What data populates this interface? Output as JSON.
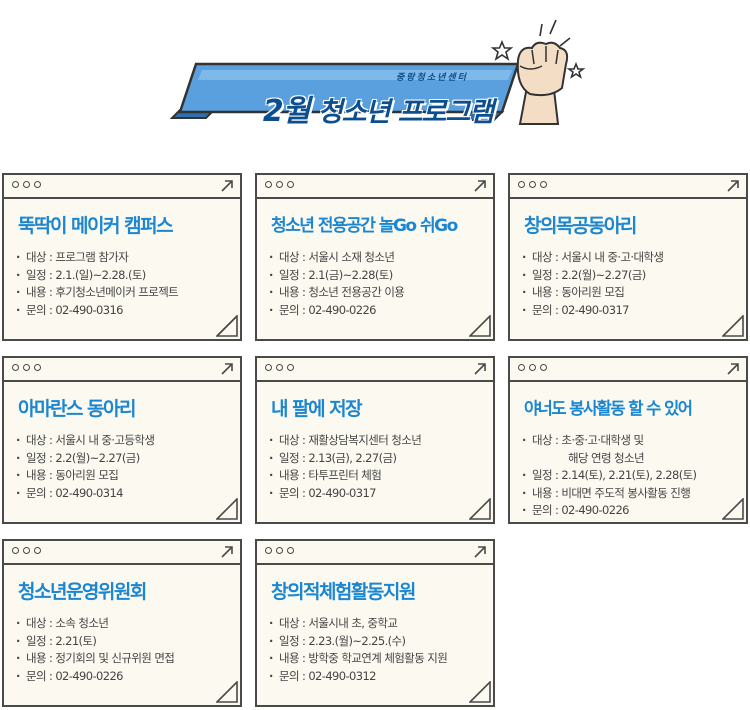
{
  "banner": {
    "month": "2월",
    "title": "청소년 프로그램",
    "org": "중랑청소년센터"
  },
  "colors": {
    "title_blue": "#1b86d1",
    "banner_blue": "#5aa0de",
    "border": "#4a4a4a",
    "card_bg": "#fbf9f0"
  },
  "cards": [
    {
      "title": "뚝딱이 메이커 캠퍼스",
      "lines": [
        "대상 : 프로그램 참가자",
        "일정 : 2.1.(일)~2.28.(토)",
        "내용 : 후기청소년메이커 프로젝트",
        "문의 : 02-490-0316"
      ]
    },
    {
      "title": "청소년 전용공간 놀Go 쉬Go",
      "lines": [
        "대상 : 서울시 소재 청소년",
        "일정 : 2.1(금)~2.28(토)",
        "내용 : 청소년 전용공간 이용",
        "문의 : 02-490-0226"
      ]
    },
    {
      "title": "창의목공동아리",
      "lines": [
        "대상 : 서울시 내 중·고·대학생",
        "일정 : 2.2(월)~2.27(금)",
        "내용 : 동아리원 모집",
        "문의 : 02-490-0317"
      ]
    },
    {
      "title": "아마란스 동아리",
      "lines": [
        "대상 : 서울시 내 중·고등학생",
        "일정 : 2.2(월)~2.27(금)",
        "내용 : 동아리원 모집",
        "문의 : 02-490-0314"
      ]
    },
    {
      "title": "내 팔에 저장",
      "lines": [
        "대상 : 재활상담복지센터 청소년",
        "일정 : 2.13(금), 2.27(금)",
        "내용 : 타투프린터 체험",
        "문의 : 02-490-0317"
      ]
    },
    {
      "title": "야너도 봉사활동 할 수 있어",
      "lines": [
        "대상 : 초·중·고·대학생 및",
        "해당 연령 청소년",
        "일정 : 2.14(토), 2.21(토), 2.28(토)",
        "내용 : 비대면 주도적 봉사활동 진행",
        "문의 : 02-490-0226"
      ]
    },
    {
      "title": "청소년운영위원회",
      "lines": [
        "대상 : 소속 청소년",
        "일정 : 2.21(토)",
        "내용 : 정기회의 및 신규위원 면접",
        "문의 : 02-490-0226"
      ]
    },
    {
      "title": "창의적체험활동지원",
      "lines": [
        "대상 : 서울시내 초, 중학교",
        "일정 : 2.23.(월)~2.25.(수)",
        "내용 : 방학중 학교연계 체험활동 지원",
        "문의 : 02-490-0312"
      ]
    }
  ]
}
